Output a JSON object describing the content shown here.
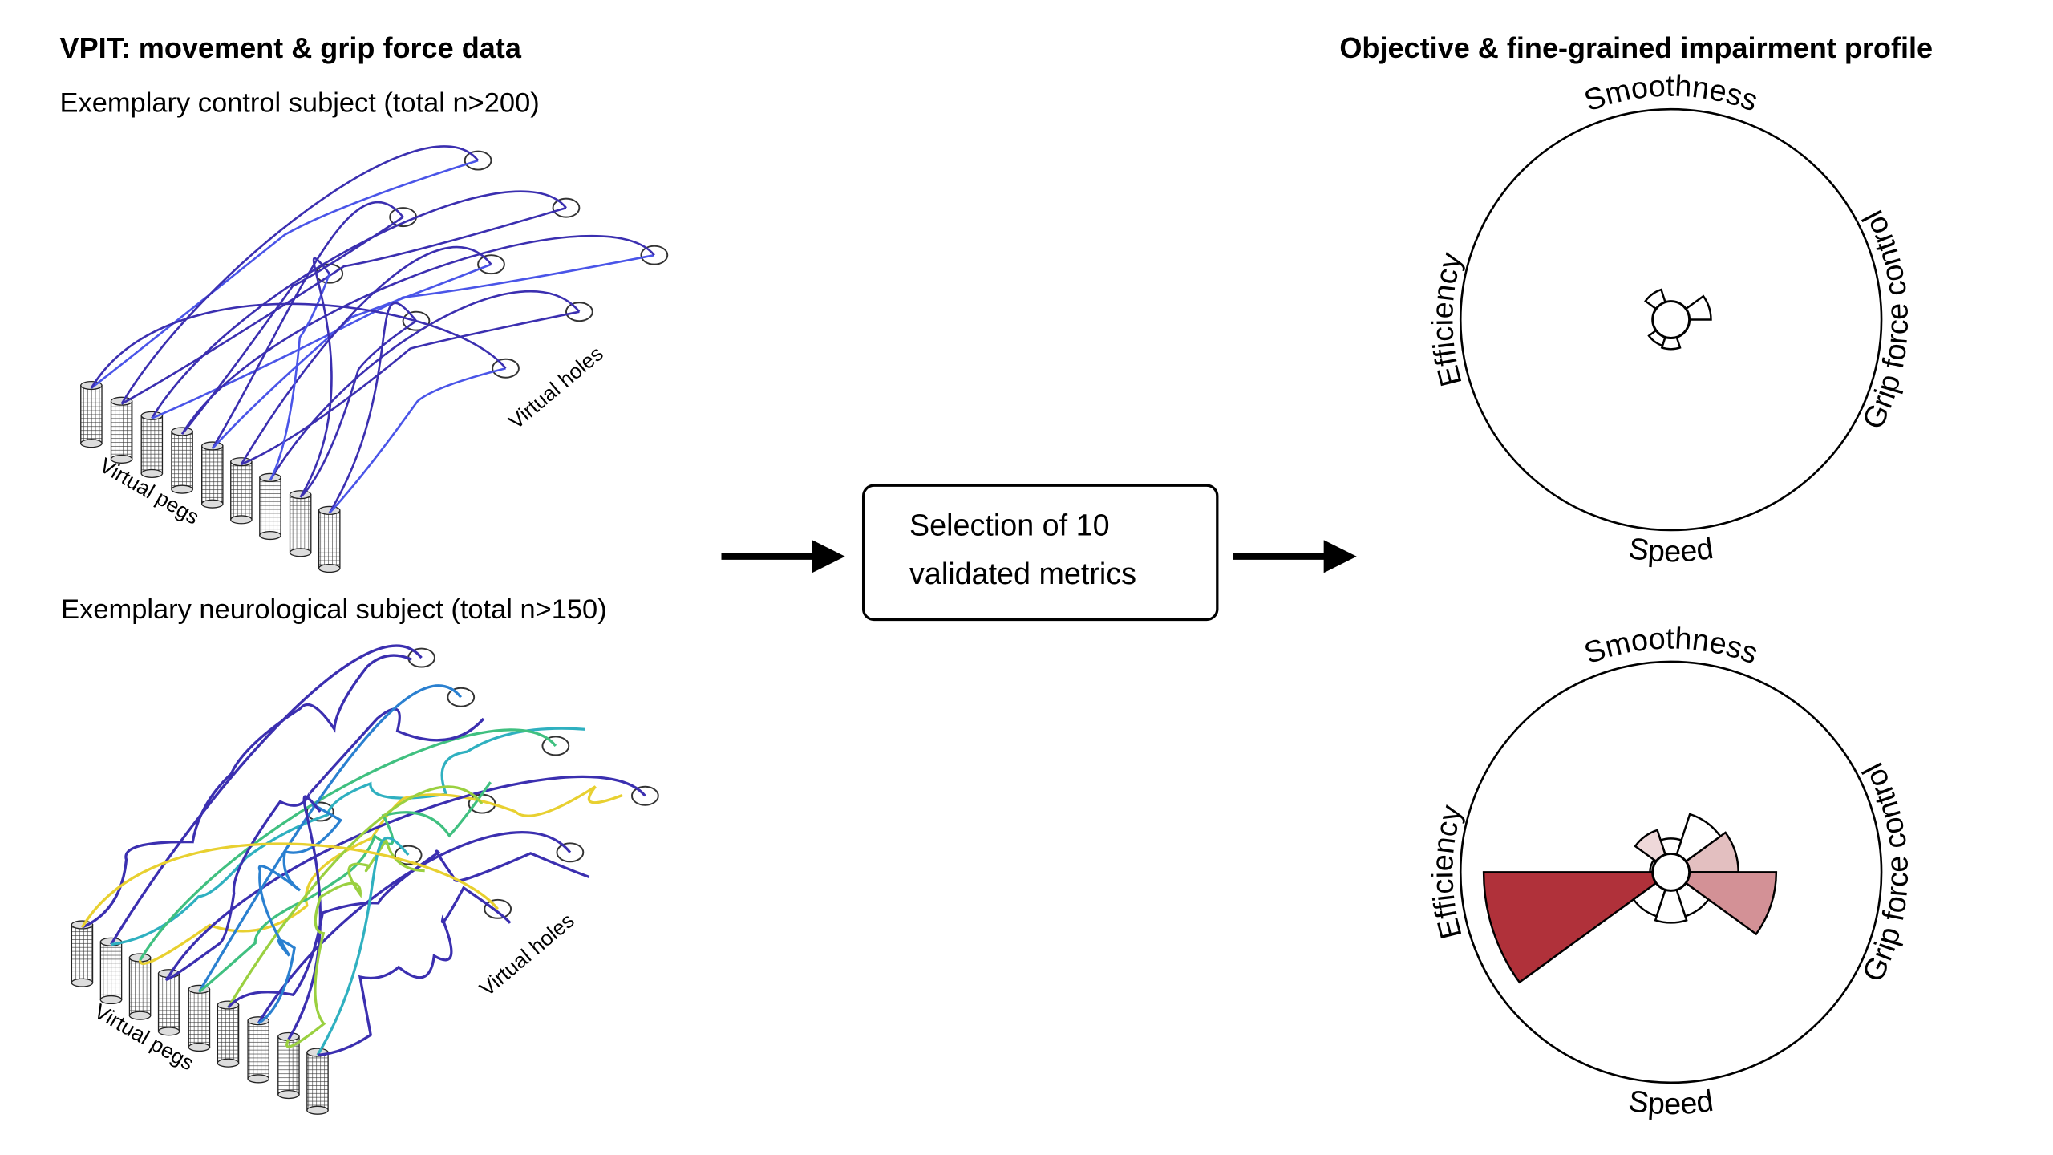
{
  "left": {
    "title": "VPIT: movement & grip force data",
    "control_caption": "Exemplary control subject (total n>200)",
    "neuro_caption": "Exemplary neurological subject (total n>150)",
    "pegs_label": "Virtual pegs",
    "holes_label": "Virtual holes"
  },
  "middle": {
    "box_line1": "Selection of 10",
    "box_line2": "validated metrics"
  },
  "right": {
    "title": "Objective & fine-grained impairment profile",
    "axes": {
      "top": "Smoothness",
      "right": "Grip force control",
      "bottom": "Speed",
      "left": "Efficiency"
    }
  },
  "chart_data": [
    {
      "type": "rose",
      "name": "control",
      "axes": [
        "Smoothness",
        "Grip force control",
        "Speed",
        "Efficiency"
      ],
      "max": 1,
      "sector_start_angles_deg": [
        0,
        36,
        72,
        108,
        144,
        180,
        216,
        252,
        288,
        324
      ],
      "values": [
        0.19,
        0.09,
        0.09,
        0.15,
        0.09,
        0.09,
        0.13,
        0.14,
        0.09,
        0.09
      ],
      "colors": [
        "#ffffff",
        "#ffffff",
        "#ffffff",
        "#ffffff",
        "#ffffff",
        "#ffffff",
        "#ffffff",
        "#ffffff",
        "#ffffff",
        "#ffffff"
      ]
    },
    {
      "type": "rose",
      "name": "neurological",
      "axes": [
        "Smoothness",
        "Grip force control",
        "Speed",
        "Efficiency"
      ],
      "max": 1,
      "sector_start_angles_deg": [
        0,
        36,
        72,
        108,
        144,
        180,
        216,
        252,
        288,
        324
      ],
      "values": [
        0.32,
        0.29,
        0.16,
        0.21,
        0.1,
        0.89,
        0.22,
        0.24,
        0.22,
        0.5
      ],
      "colors": [
        "#E3BFC0",
        "#ffffff",
        "#ffffff",
        "#EED8D9",
        "#ffffff",
        "#B0313A",
        "#ffffff",
        "#ffffff",
        "#ffffff",
        "#D39196"
      ]
    }
  ]
}
